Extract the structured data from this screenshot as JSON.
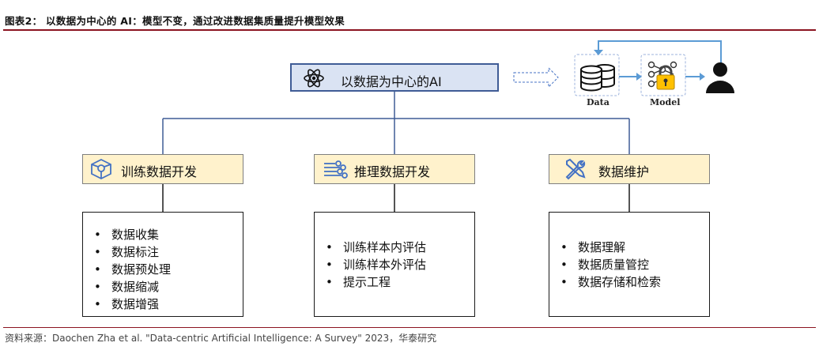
{
  "header": {
    "figure_title": "图表2： 以数据为中心的 AI：模型不变，通过改进数据集质量提升模型效果"
  },
  "main": {
    "label": "以数据为中心的AI",
    "icon": "atom-icon"
  },
  "pipeline": {
    "data_label": "Data",
    "model_label": "Model"
  },
  "categories": [
    {
      "label": "训练数据开发",
      "icon": "brain-network-icon",
      "items": [
        "数据收集",
        "数据标注",
        "数据预处理",
        "数据缩减",
        "数据增强"
      ]
    },
    {
      "label": "推理数据开发",
      "icon": "circuit-icon",
      "items": [
        "训练样本内评估",
        "训练样本外评估",
        "提示工程"
      ]
    },
    {
      "label": "数据维护",
      "icon": "tools-icon",
      "items": [
        "数据理解",
        "数据质量管控",
        "数据存储和检索"
      ]
    }
  ],
  "footer": {
    "source": "资料来源：Daochen Zha et al. \"Data-centric Artificial Intelligence: A Survey\" 2023，华泰研究"
  },
  "colors": {
    "accent_rule": "#8b1420",
    "main_fill": "#dae3f3",
    "main_border": "#3f5c96",
    "category_fill": "#fff2cc",
    "connector": "#3f5c96",
    "icon_blue": "#4472c4",
    "arrow_blue": "#5b9bd5",
    "lock_yellow": "#ffc000"
  }
}
